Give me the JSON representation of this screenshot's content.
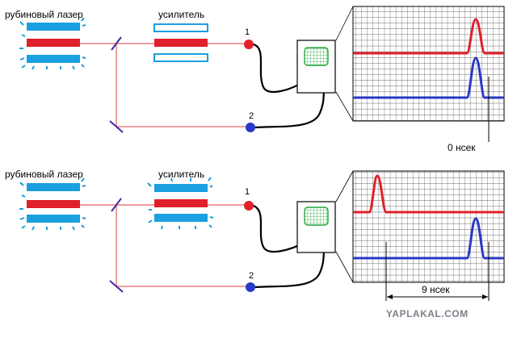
{
  "colors": {
    "laser_blue": "#1a9fe0",
    "laser_red": "#e0202a",
    "beam": "#e23c3c",
    "trace_red": "#e0202a",
    "trace_blue": "#2838c8",
    "grid": "#333333",
    "mirror": "#3b2fa0",
    "screen_green": "#22a83a"
  },
  "panels": [
    {
      "laser_label": "рубиновый лазер",
      "amplifier_label": "усилитель",
      "channel1_label": "1",
      "channel2_label": "2",
      "time_label": "0 нсек"
    },
    {
      "laser_label": "рубиновый лазер",
      "amplifier_label": "усилитель",
      "channel1_label": "1",
      "channel2_label": "2",
      "time_label": "9 нсек"
    }
  ],
  "watermark": "YAPLAKAL.COM"
}
